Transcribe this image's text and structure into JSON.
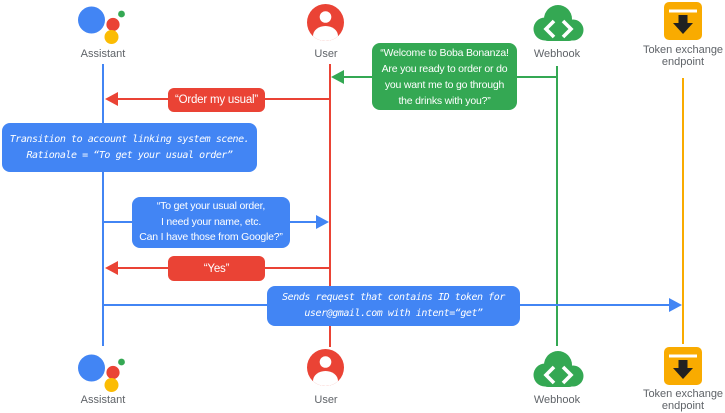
{
  "diagram": {
    "actors": {
      "assistant": {
        "label": "Assistant"
      },
      "user": {
        "label": "User"
      },
      "webhook": {
        "label": "Webhook"
      },
      "token": {
        "label": "Token exchange\nendpoint"
      }
    },
    "messages": {
      "welcome": {
        "from": "Webhook",
        "to": "User",
        "text": "“Welcome to Boba Bonanza!\nAre you ready to order or do\nyou want me to go through\nthe drinks with you?”"
      },
      "order_usual": {
        "from": "User",
        "to": "Assistant",
        "text": "“Order my usual”"
      },
      "transition_note": {
        "text": "Transition to account linking system scene.\nRationale = “To get your usual order”"
      },
      "ask_google": {
        "from": "Assistant",
        "to": "User",
        "text": "“To get your usual order,\nI need your name, etc.\nCan I have those from Google?”"
      },
      "yes": {
        "from": "User",
        "to": "Assistant",
        "text": "“Yes”"
      },
      "sends_request": {
        "from": "Assistant",
        "to": "Token exchange endpoint",
        "text": "Sends request that contains ID token for\nuser@gmail.com with intent=“get”"
      }
    },
    "colors": {
      "blue": "#4285F4",
      "red": "#EA4335",
      "green": "#34A853",
      "yellow": "#F9AB00",
      "label_gray": "#5F6368"
    }
  }
}
